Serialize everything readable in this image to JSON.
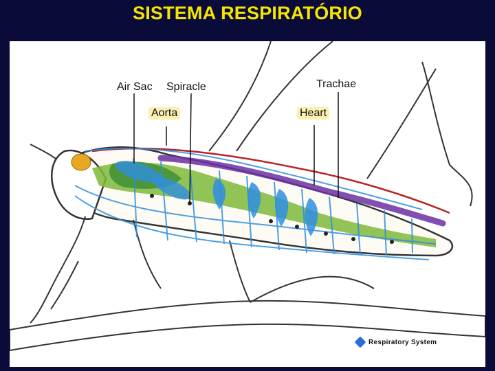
{
  "slide": {
    "title": "SISTEMA RESPIRATÓRIO"
  },
  "diagram": {
    "labels": {
      "air_sac": "Air Sac",
      "spiracle": "Spiracle",
      "trachae": "Trachae",
      "aorta": "Aorta",
      "heart": "Heart"
    },
    "legend": "Respiratory System"
  },
  "colors": {
    "background": "#0b0b3a",
    "title": "#f4e600",
    "trachea": "#2f8fe0",
    "gut": "#7fb83a",
    "heart": "#6b2fa3",
    "aorta_highlight": "#fbf0b0"
  }
}
